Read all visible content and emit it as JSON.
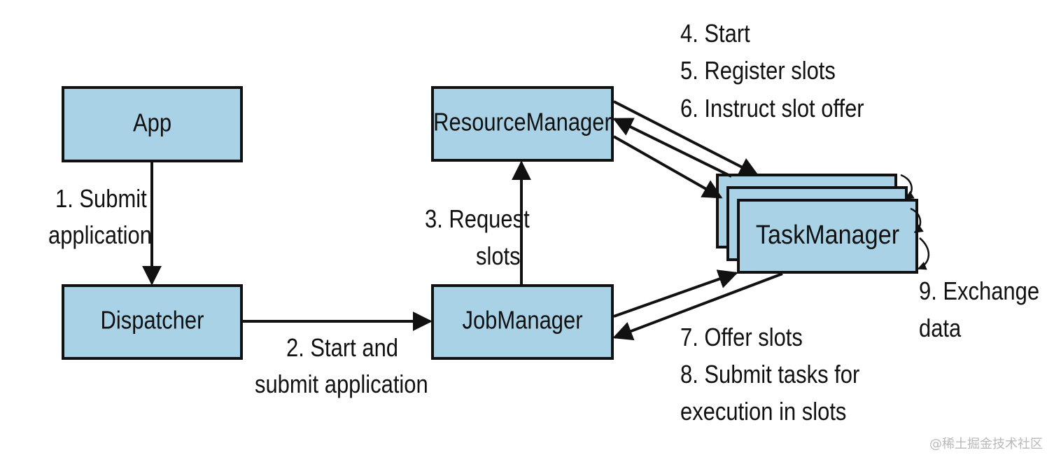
{
  "components": {
    "app": "App",
    "dispatcher": "Dispatcher",
    "job_manager": "JobManager",
    "resource_manager": "ResourceManager",
    "task_manager": "TaskManager"
  },
  "steps": {
    "submit_application": [
      "1. Submit",
      "application"
    ],
    "start_and_submit": [
      "2. Start and",
      "submit application"
    ],
    "request_slots": [
      "3. Request",
      "slots"
    ],
    "resource_to_task": [
      "4. Start",
      "5. Register slots",
      "6. Instruct slot offer"
    ],
    "job_task": [
      "7. Offer slots",
      "8. Submit tasks for",
      "execution in slots"
    ],
    "exchange_data": [
      "9. Exchange",
      "data"
    ]
  },
  "watermark": "@稀土掘金技术社区",
  "colors": {
    "box_fill": "#a9d2e6",
    "stroke": "#111111",
    "watermark": "#b9b9b9"
  }
}
